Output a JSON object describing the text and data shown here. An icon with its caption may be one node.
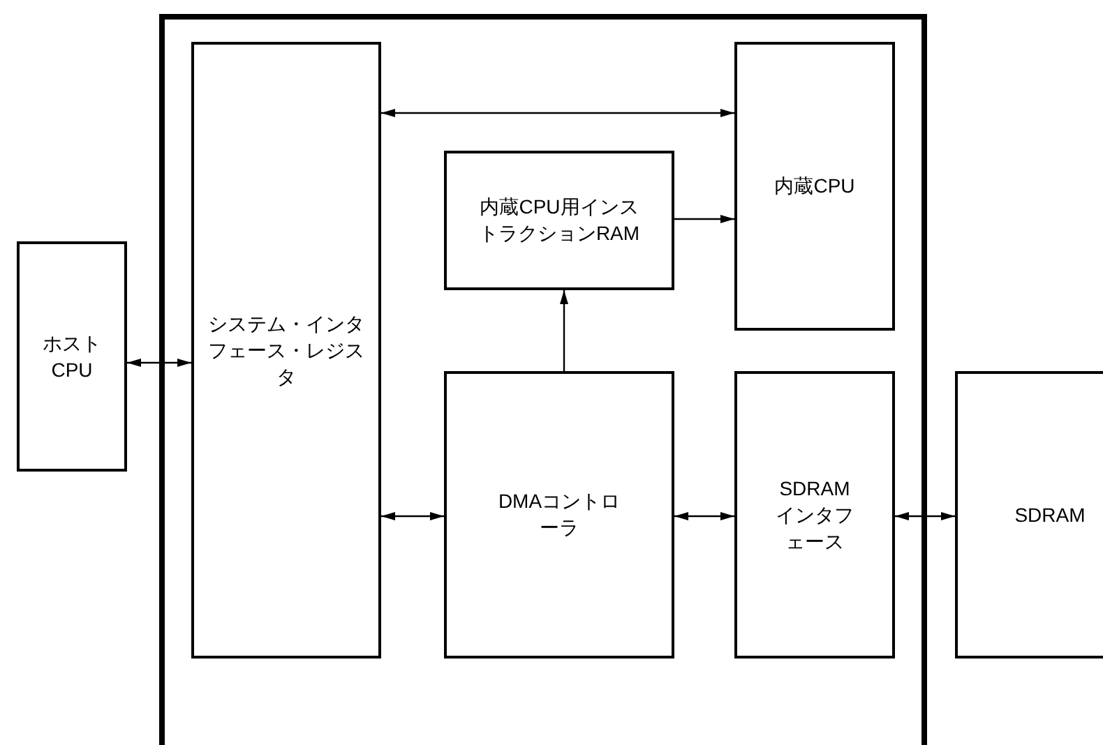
{
  "diagram": {
    "nodes": [
      {
        "text": [
          "ホストCPU"
        ]
      },
      {
        "text": [],
        "shape": "box"
      },
      {
        "text": [
          "システム・インタフェース・レジスタ"
        ],
        "in": 1
      },
      {
        "text": [
          "内蔵CPU用インストラクションRAM"
        ],
        "in": 1
      },
      {
        "text": [
          "内蔵CPU"
        ],
        "in": 1
      },
      {
        "text": [
          "DMAコントローラ"
        ],
        "in": 1
      },
      {
        "text": [
          "SDRAMインタフェース"
        ],
        "in": 1
      },
      {
        "text": [
          "SDRAM"
        ]
      }
    ],
    "edges": [
      {
        "from": 0,
        "to": 2,
        "arrow": "both"
      },
      {
        "from": 2,
        "to": 4,
        "arrow": "both"
      },
      {
        "from": 3,
        "to": 4,
        "arrow": "to"
      },
      {
        "from": 5,
        "to": 3,
        "arrow": "to"
      },
      {
        "from": 2,
        "to": 5,
        "arrow": "both"
      },
      {
        "from": 5,
        "to": 6,
        "arrow": "both"
      },
      {
        "from": 6,
        "to": 7,
        "arrow": "both"
      }
    ]
  }
}
